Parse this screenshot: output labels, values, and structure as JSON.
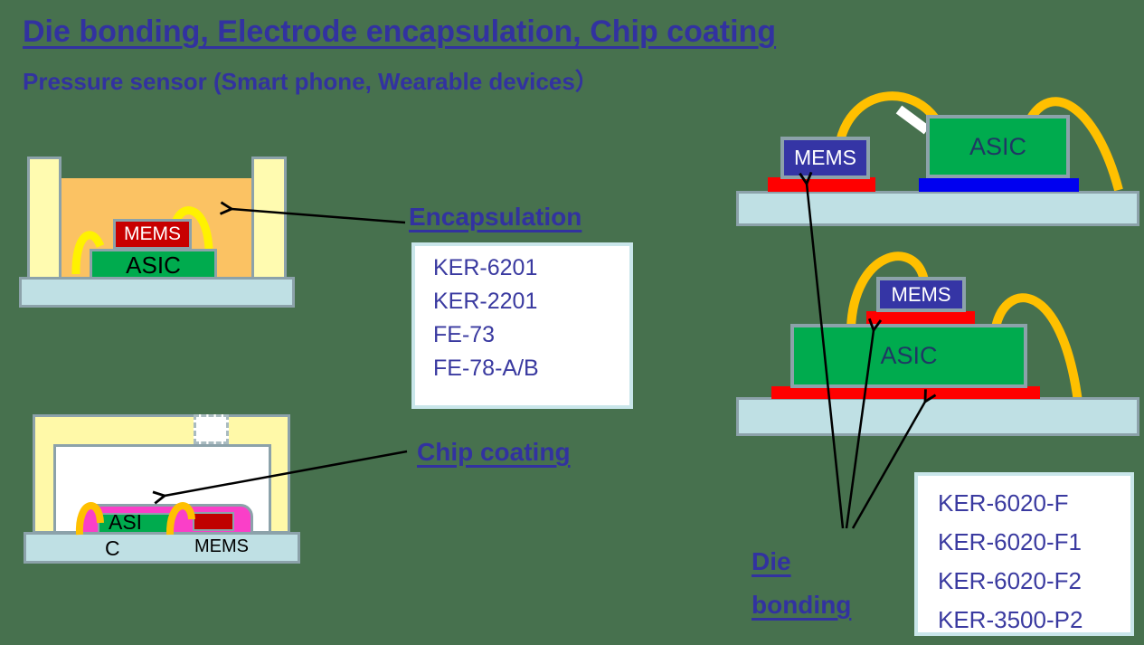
{
  "title": "Die bonding, Electrode encapsulation, Chip coating",
  "subtitle": "Pressure sensor (Smart phone, Wearable devices）",
  "labels": {
    "encapsulation": "Encapsulation",
    "chip_coating": "Chip coating",
    "die_bonding": "Die bonding"
  },
  "encapsulation_products": [
    "KER-6201",
    "KER-2201",
    "FE-73",
    "FE-78-A/B"
  ],
  "die_bonding_products": [
    "KER-6020-F",
    "KER-6020-F1",
    "KER-6020-F2",
    "KER-3500-P2"
  ],
  "diagrams": {
    "top_left": {
      "mems": "MEMS",
      "asic": "ASIC"
    },
    "bottom_left": {
      "asic_line1": "ASI",
      "asic_line2": "C",
      "mems": "MEMS"
    },
    "top_right": {
      "mems": "MEMS",
      "asic": "ASIC"
    },
    "middle_right": {
      "mems": "MEMS",
      "asic": "ASIC"
    }
  },
  "colors": {
    "background": "#47714E",
    "heading_blue": "#3232A0",
    "product_text_blue": "#3A3AA0",
    "product_box_border": "#C9E6EA",
    "substrate": "#BFE0E4",
    "outline_gray": "#8CA2AA",
    "encapsulant_orange": "#FBC263",
    "pillar_yellow": "#FFFBB0",
    "lid_yellow": "#FFF9A8",
    "wire_yellow": "#FFF200",
    "wire_orange": "#FFC000",
    "mems_dark_red": "#C80000",
    "mems_navy": "#3535A5",
    "asic_green": "#00AB4E",
    "die_attach_red": "#FF0000",
    "die_attach_blue": "#0000F0",
    "coating_pink": "#FA3FC8"
  }
}
